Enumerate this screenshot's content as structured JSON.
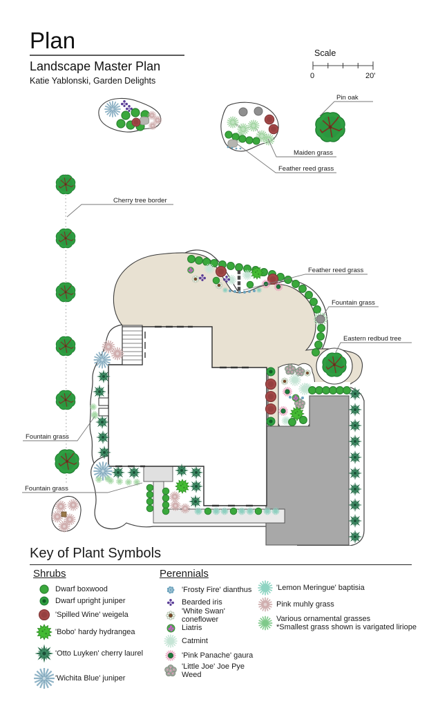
{
  "title": {
    "main": "Plan",
    "subtitle": "Landscape Master Plan",
    "byline": "Katie Yablonski, Garden Delights"
  },
  "scale": {
    "label": "Scale",
    "start": "0",
    "end": "20'"
  },
  "annotations": {
    "pin_oak": "Pin oak",
    "maiden_grass": "Maiden grass",
    "feather_reed_top": "Feather reed grass",
    "cherry_border": "Cherry tree border",
    "feather_reed_right": "Feather reed grass",
    "fountain_right": "Fountain grass",
    "redbud": "Eastern redbud tree",
    "fountain_left_1": "Fountain grass",
    "fountain_left_2": "Fountain grass"
  },
  "key": {
    "heading": "Key of Plant Symbols",
    "shrubs": {
      "heading": "Shrubs",
      "items": [
        {
          "symbol": "dwarf-boxwood",
          "label": "Dwarf boxwood"
        },
        {
          "symbol": "dwarf-upright-juniper",
          "label": "Dwarf upright juniper"
        },
        {
          "symbol": "spilled-wine-weigela",
          "label": "'Spilled Wine' weigela"
        },
        {
          "symbol": "bobo-hardy-hydrangea",
          "label": "'Bobo' hardy hydrangea"
        },
        {
          "symbol": "otto-luyken-cherry-laurel",
          "label": "'Otto Luyken' cherry laurel"
        },
        {
          "symbol": "wichita-blue-juniper",
          "label": "'Wichita Blue' juniper"
        }
      ]
    },
    "perennials": {
      "heading": "Perennials",
      "items": [
        {
          "symbol": "frosty-fire-dianthus",
          "label": "'Frosty Fire' dianthus"
        },
        {
          "symbol": "bearded-iris",
          "label": "Bearded iris"
        },
        {
          "symbol": "white-swan-coneflower",
          "label": "'White Swan' coneflower"
        },
        {
          "symbol": "liatris",
          "label": "Liatris"
        },
        {
          "symbol": "catmint",
          "label": "Catmint"
        },
        {
          "symbol": "pink-panache-gaura",
          "label": "'Pink Panache' gaura"
        },
        {
          "symbol": "little-joe-joe-pye-weed",
          "label": "'Little Joe' Joe Pye Weed"
        }
      ]
    },
    "extra": {
      "items": [
        {
          "symbol": "lemon-meringue-baptisia",
          "label": "'Lemon Meringue' baptisia"
        },
        {
          "symbol": "pink-muhly-grass",
          "label": "Pink muhly grass"
        },
        {
          "symbol": "various-ornamental-grasses",
          "label": "Various ornamental grasses",
          "note": "*Smallest grass shown is varigated liriope"
        }
      ]
    }
  },
  "colors": {
    "lawn": "#e8e1d2",
    "driveway": "#a8a8a8",
    "walkway": "#e9e9e9",
    "outline": "#3c3c3c",
    "boxwood_green": "#3aa83c",
    "weigela_red": "#a34848",
    "wichita_blue": "#8fb3c6",
    "laurel_green": "#2e6f4f",
    "hydrangea_green": "#44bb33",
    "catmint_mint": "#c6e5d6",
    "baptisia_aqua": "#8ed4c2",
    "muhly_pink": "#cfaeae",
    "tree_green": "#2f9e41",
    "branch_brown": "#7a3322"
  }
}
